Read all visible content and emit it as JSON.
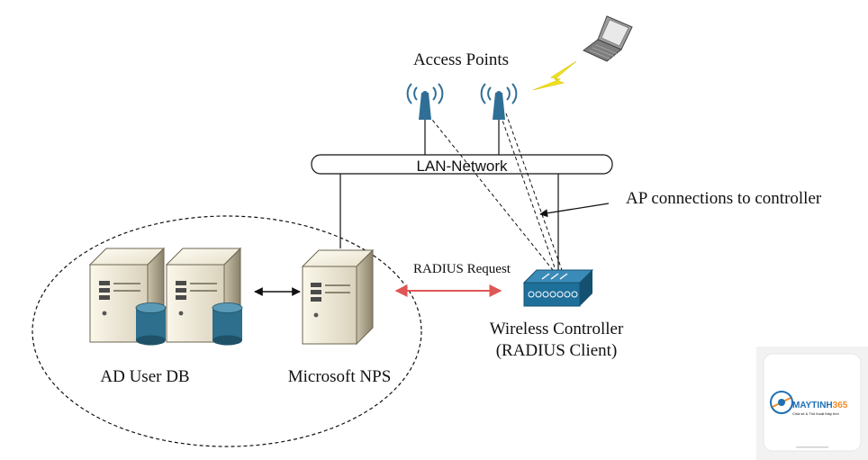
{
  "labels": {
    "access_points": "Access Points",
    "lan_network": "LAN-Network",
    "ap_connections": "AP connections to controller",
    "radius_request": "RADIUS Request",
    "wireless_controller_line1": "Wireless Controller",
    "wireless_controller_line2": "(RADIUS Client)",
    "ad_user_db": "AD User DB",
    "microsoft_nps": "Microsoft NPS"
  },
  "logo": {
    "brand": "MAYTINH365",
    "tagline": "Chia sẻ & Thủ thuật Máy tính"
  },
  "colors": {
    "radius_arrow": "#e05555",
    "ap_blue": "#2f6f96",
    "controller_blue": "#1f6f9b",
    "lightning": "#f2e21a",
    "db_blue": "#2d6f8c"
  }
}
